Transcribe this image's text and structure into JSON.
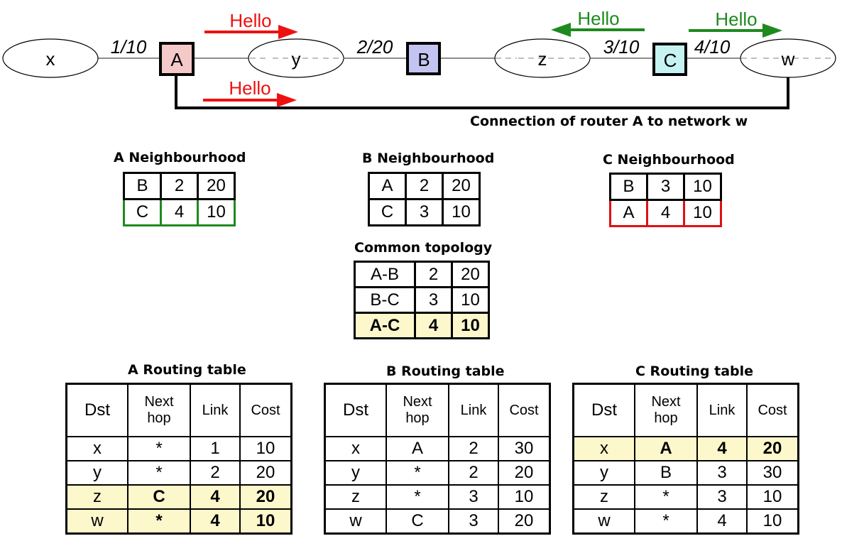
{
  "topology": {
    "networks": {
      "x": "x",
      "y": "y",
      "z": "z",
      "w": "w"
    },
    "routers": {
      "A": "A",
      "B": "B",
      "C": "C"
    },
    "links": {
      "x_A": "1/10",
      "y_B": "2/20",
      "z_C": "3/10",
      "C_w": "4/10"
    },
    "hello": {
      "a_top": "Hello",
      "a_bottom": "Hello",
      "c_left": "Hello",
      "c_right": "Hello"
    },
    "colors": {
      "router_A": "#f6c9c9",
      "router_B": "#c4c4f2",
      "router_C": "#c6f2f2",
      "hello_red": "#ee1111",
      "hello_green": "#1e8a1e"
    },
    "connection_caption": "Connection of router A to network w"
  },
  "neighbourhoods": [
    {
      "title": "A Neighbourhood",
      "rows": [
        {
          "cells": [
            "B",
            "2",
            "20"
          ],
          "style": ""
        },
        {
          "cells": [
            "C",
            "4",
            "10"
          ],
          "style": "green"
        }
      ]
    },
    {
      "title": "B Neighbourhood",
      "rows": [
        {
          "cells": [
            "A",
            "2",
            "20"
          ],
          "style": ""
        },
        {
          "cells": [
            "C",
            "3",
            "10"
          ],
          "style": ""
        }
      ]
    },
    {
      "title": "C Neighbourhood",
      "rows": [
        {
          "cells": [
            "B",
            "3",
            "10"
          ],
          "style": ""
        },
        {
          "cells": [
            "A",
            "4",
            "10"
          ],
          "style": "red"
        }
      ]
    }
  ],
  "common_topology": {
    "title": "Common topology",
    "rows": [
      {
        "cells": [
          "A-B",
          "2",
          "20"
        ],
        "highlight": false
      },
      {
        "cells": [
          "B-C",
          "3",
          "10"
        ],
        "highlight": false
      },
      {
        "cells": [
          "A-C",
          "4",
          "10"
        ],
        "highlight": true
      }
    ]
  },
  "routing_tables": [
    {
      "title": "A Routing table",
      "headers": [
        "Dst",
        "Next\nhop",
        "Link",
        "Cost"
      ],
      "rows": [
        {
          "cells": [
            "x",
            "*",
            "1",
            "10"
          ],
          "highlight": false
        },
        {
          "cells": [
            "y",
            "*",
            "2",
            "20"
          ],
          "highlight": false
        },
        {
          "cells": [
            "z",
            "C",
            "4",
            "20"
          ],
          "highlight": true
        },
        {
          "cells": [
            "w",
            "*",
            "4",
            "10"
          ],
          "highlight": true
        }
      ]
    },
    {
      "title": "B Routing table",
      "headers": [
        "Dst",
        "Next\nhop",
        "Link",
        "Cost"
      ],
      "rows": [
        {
          "cells": [
            "x",
            "A",
            "2",
            "30"
          ],
          "highlight": false
        },
        {
          "cells": [
            "y",
            "*",
            "2",
            "20"
          ],
          "highlight": false
        },
        {
          "cells": [
            "z",
            "*",
            "3",
            "10"
          ],
          "highlight": false
        },
        {
          "cells": [
            "w",
            "C",
            "3",
            "20"
          ],
          "highlight": false
        }
      ]
    },
    {
      "title": "C Routing table",
      "headers": [
        "Dst",
        "Next\nhop",
        "Link",
        "Cost"
      ],
      "rows": [
        {
          "cells": [
            "x",
            "A",
            "4",
            "20"
          ],
          "highlight": true
        },
        {
          "cells": [
            "y",
            "B",
            "3",
            "30"
          ],
          "highlight": false
        },
        {
          "cells": [
            "z",
            "*",
            "3",
            "10"
          ],
          "highlight": false
        },
        {
          "cells": [
            "w",
            "*",
            "4",
            "10"
          ],
          "highlight": false
        }
      ]
    }
  ]
}
